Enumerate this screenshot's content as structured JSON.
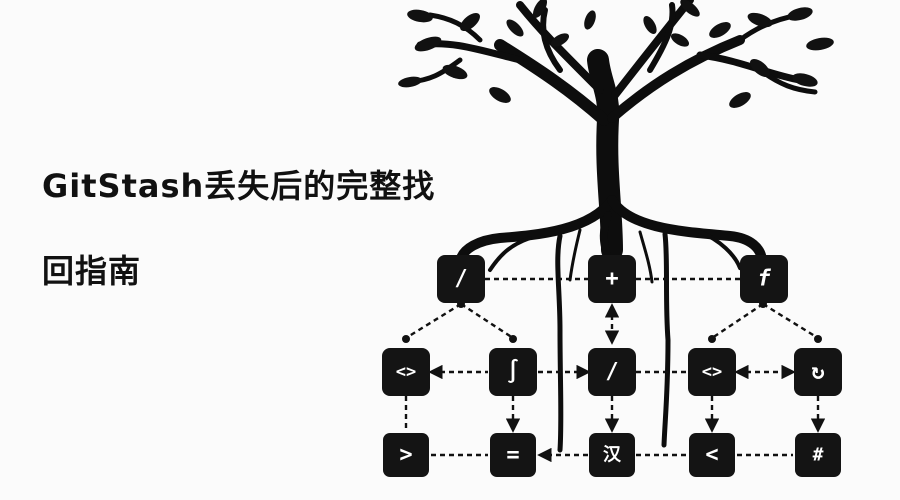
{
  "title": {
    "line1": "GitStash丢失后的完整找",
    "line2": "回指南"
  },
  "nodes": {
    "top_left": "/",
    "top_center": "+",
    "top_right": "f",
    "mid_1": "<>",
    "mid_2": "∫",
    "mid_3": "/",
    "mid_4": "<>",
    "mid_5": "↻",
    "bot_1": ">",
    "bot_2": "=",
    "bot_3": "汉",
    "bot_4": "<",
    "bot_5": "#"
  }
}
